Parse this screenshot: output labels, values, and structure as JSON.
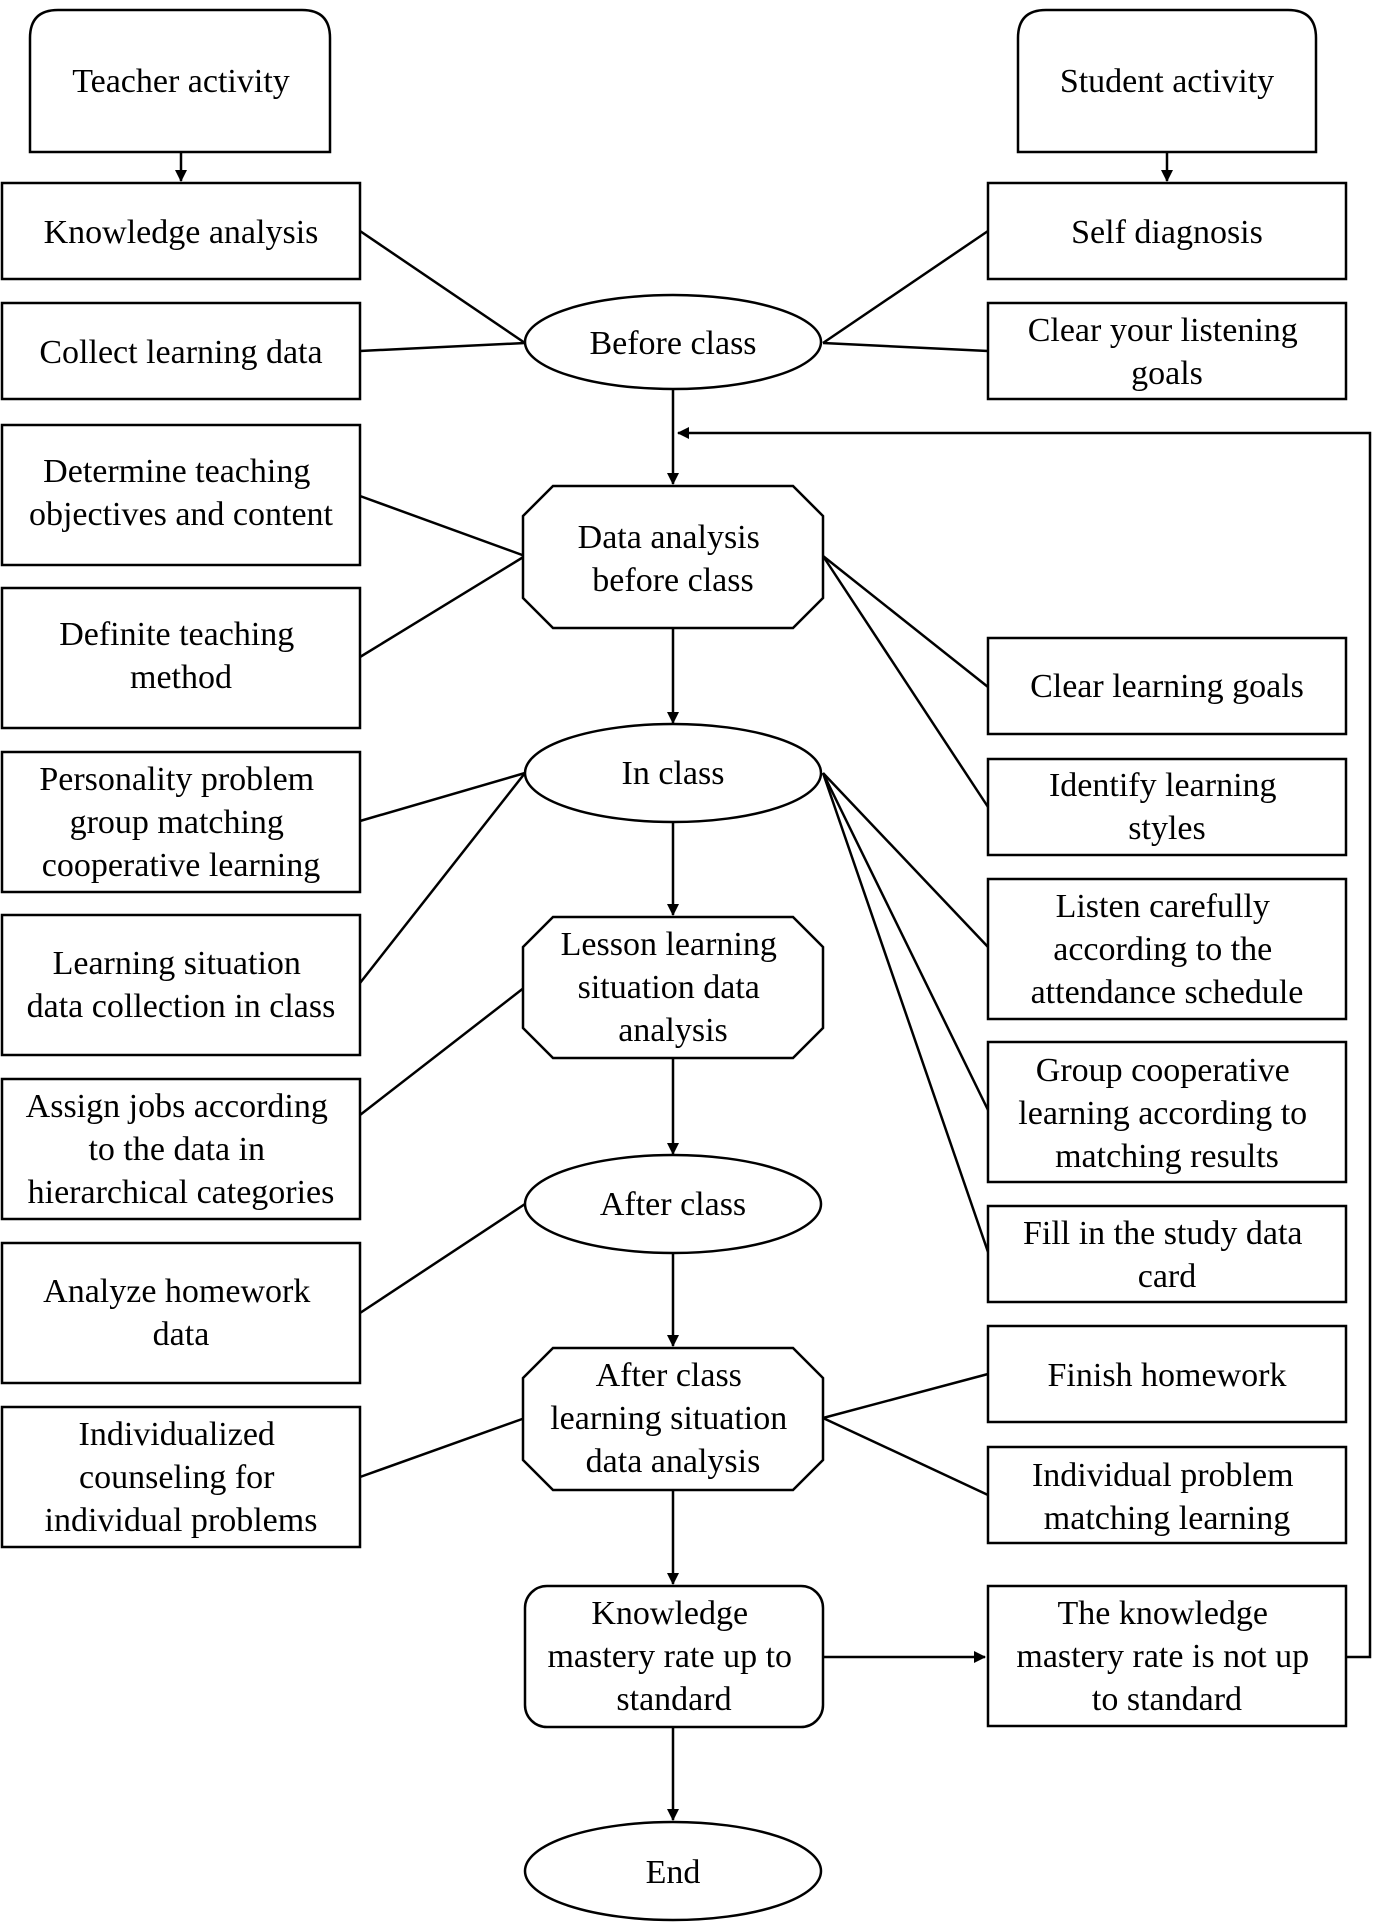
{
  "header_teacher": "Teacher activity",
  "header_student": "Student activity",
  "teacher": {
    "knowledge_analysis": "Knowledge analysis",
    "collect_learning_data": "Collect learning data",
    "determine_objectives": [
      "Determine teaching",
      "objectives and content"
    ],
    "definite_method": [
      "Definite teaching",
      "method"
    ],
    "personality_problem": [
      "Personality problem",
      "group matching",
      "cooperative learning"
    ],
    "situation_collection": [
      "Learning situation",
      "data collection in class"
    ],
    "assign_jobs": [
      "Assign jobs according",
      "to the data in",
      "hierarchical categories"
    ],
    "analyze_homework": [
      "Analyze homework",
      "data"
    ],
    "individualized_counseling": [
      "Individualized",
      "counseling for",
      "individual problems"
    ]
  },
  "flow": {
    "before_class": "Before class",
    "data_analysis": [
      "Data analysis",
      "before class"
    ],
    "in_class": "In class",
    "lesson_analysis": [
      "Lesson learning",
      "situation data",
      "analysis"
    ],
    "after_class": "After class",
    "after_class_analysis": [
      "After class",
      "learning situation",
      "data analysis"
    ],
    "mastery_standard": [
      "Knowledge",
      "mastery rate up to",
      "standard"
    ],
    "end": "End"
  },
  "student": {
    "self_diagnosis": "Self diagnosis",
    "listening_goals": [
      "Clear your listening",
      "goals"
    ],
    "learning_goals": "Clear learning goals",
    "learning_styles": [
      "Identify learning",
      "styles"
    ],
    "listen_carefully": [
      "Listen carefully",
      "according to the",
      "attendance schedule"
    ],
    "group_cooperative": [
      "Group cooperative",
      "learning according to",
      "matching results"
    ],
    "study_card": [
      "Fill in the study data",
      "card"
    ],
    "finish_homework": "Finish homework",
    "individual_matching": [
      "Individual problem",
      "matching learning"
    ],
    "not_standard": [
      "The knowledge",
      "mastery rate is not up",
      "to standard"
    ]
  }
}
